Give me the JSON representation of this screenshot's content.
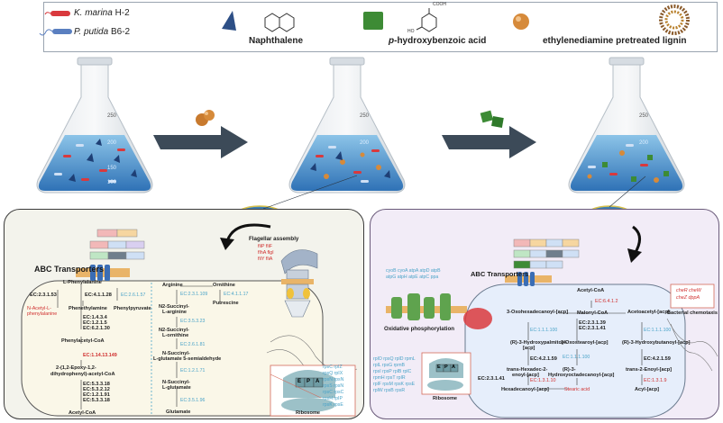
{
  "legend": {
    "organism1": "K. marina",
    "organism1_strain": " H-2",
    "organism2": "P. putida",
    "organism2_strain": " B6-2",
    "naphthalene": "Naphthalene",
    "phba_prefix": "p",
    "phba_rest": "-hydroxybenzoic acid",
    "lignin": "ethylenediamine pretreated lignin",
    "cooh": "COOH",
    "ho": "HO"
  },
  "flask_marks": {
    "m250": "250",
    "m200": "200",
    "m150": "150",
    "m100": "100"
  },
  "left_panel": {
    "flagellar": "Flagellar assembly",
    "abc": "ABC Transporters",
    "flag_genes": [
      "fliP  fliF",
      "flhA  flgI",
      "fliY  fliA"
    ],
    "phenyl": {
      "l_phe": "L-Phenylalanine",
      "ec_2_3_1_53": "EC:2.3.1.53",
      "ec_4_1_1_28": "EC:4.1.1.28",
      "ec_2_6_1_57": "EC:2.6.1.57",
      "acetyl_phe_1": "N-Acetyl-L-",
      "acetyl_phe_2": "phenylalanine",
      "phenethylamine": "Phenethylamine",
      "phenylpyruvate": "Phenylpyruvate",
      "ec_group1": [
        "EC:1.4.3.4",
        "EC:1.2.1.5",
        "EC:6.2.1.30"
      ],
      "phenylacetyl": "Phenylacetyl-CoA",
      "ec_red": "EC:1.14.13.149",
      "epoxy1": "2-(1,2-Epoxy-1,2-",
      "epoxy2": "dihydrophenyl)-acetyl-CoA",
      "ec_group2": [
        "EC:5.3.3.18",
        "EC:5.3.2.12",
        "EC:1.2.1.91",
        "EC:5.3.3.18"
      ],
      "acetyl_coa": "Acetyl-CoA"
    },
    "arginine": {
      "arginine": "Arginine",
      "ornithine": "Ornithine",
      "ec_2_3_1_109": "EC:2.3.1.109",
      "ec_4_1_1_17": "EC:4.1.1.17",
      "putrescine": "Putrescine",
      "n2_arg1": "N2-Succinyl-",
      "n2_arg2": "L-arginine",
      "ec_3_5_3_23": "EC:3.5.3.23",
      "n2_orn1": "N2-Succinyl-",
      "n2_orn2": "L-ornithine",
      "ec_2_6_1_81": "EC:2.6.1.81",
      "semi1": "N-Succinyl-",
      "semi2": "L-glutamate 5-semialdehyde",
      "ec_1_2_1_71": "EC:1.2.1.71",
      "nsg1": "N-Succinyl-",
      "nsg2": "L-glutamate",
      "ec_3_5_1_96": "EC:3.5.1.96",
      "glutamate": "Glutamate"
    },
    "ribosome": "Ribosome",
    "ribo_genes": [
      "rpsC  rpIZ",
      "rpsQ  rpIX",
      "rpsN  rpsN",
      "rpsS  rpsN",
      "rpsC  rpsC",
      "rpsH  rpIP",
      "rpsK  rpsE"
    ],
    "ribo_sites": [
      "E",
      "P",
      "A"
    ]
  },
  "right_panel": {
    "abc": "ABC Transporters",
    "oxphos": "Oxidative phosphorylation",
    "oxphos_genes": [
      "cyoB cyoA atpA atpD atpB",
      "atpG atpH atpE atpC ppa"
    ],
    "chem_genes": [
      "cheR  cheW",
      "cheZ  dppA"
    ],
    "chemotaxis": "Bacterial chemotaxis",
    "ribosome": "Ribosome",
    "ribo_genes": [
      "rplO rpsQ rplD rpmL",
      "rplL rpsG rpmB",
      "rpsI rpsP rplB rplC",
      "rpmH rpsT rpIR",
      "rplF rpsM rpsK rpsE",
      "rplW rpsB rpsR"
    ],
    "ribo_sites": [
      "E",
      "P",
      "A"
    ],
    "fa": {
      "acetyl_coa": "Acetyl-CoA",
      "ec_6_4_1_2": "EC:6.4.1.2",
      "malonyl": "Malonyl-CoA",
      "oxohex": "3-Oxohexadecanoyl-[acp]",
      "acetoacetyl": "Acetoacetyl-[acp]",
      "ec_2_3_1_39": "EC:2.3.1.39",
      "ec_2_3_1_41": "EC:2.3.1.41",
      "ec_1_1_1_100a": "EC:1.1.1.100",
      "ec_1_1_1_100b": "EC:1.1.1.100",
      "ec_1_1_1_100c": "EC:1.1.1.100",
      "rhydroxypalm1": "(R)-3-Hydroxypalmitoyl-",
      "rhydroxypalm2": "[acp]",
      "rhydroxybut": "(R)-3-Hydroxybutanoyl-[acp]",
      "oxostearoyl": "3-Oxostearoyl-[acp]",
      "ec_2_3_1_41b": "EC:2.3.1.41",
      "ec_4_2_1_59a": "EC:4.2.1.59",
      "ec_4_2_1_59b": "EC:4.2.1.59",
      "hexadec1": "trans-Hexadec-2-",
      "hexadec2": "enoyl-[acp]",
      "rhydroxyoct1": "(R)-3-",
      "rhydroxyoct2": "Hydroxyoctadecanoyl-[acp]",
      "butenoyl": "trans-2-Enoyl-[acp]",
      "ec_1_3_1_10_red": "EC:1.3.1.10",
      "ec_1_3_1_9_red": "EC:1.3.1.9",
      "ec_2_3_1_41c": "EC:2.3.1.41",
      "hexadecanoyl": "Hexadecanoyl-[acp]",
      "stearic": "Stearic acid",
      "acyl": "Acyl-[acp]"
    }
  },
  "colors": {
    "left_bg": "#f3f3ec",
    "right_bg": "#f2ecf7",
    "accent_red": "#d0302f",
    "accent_blue": "#4aa3c8",
    "arrow": "#3c4a58"
  }
}
